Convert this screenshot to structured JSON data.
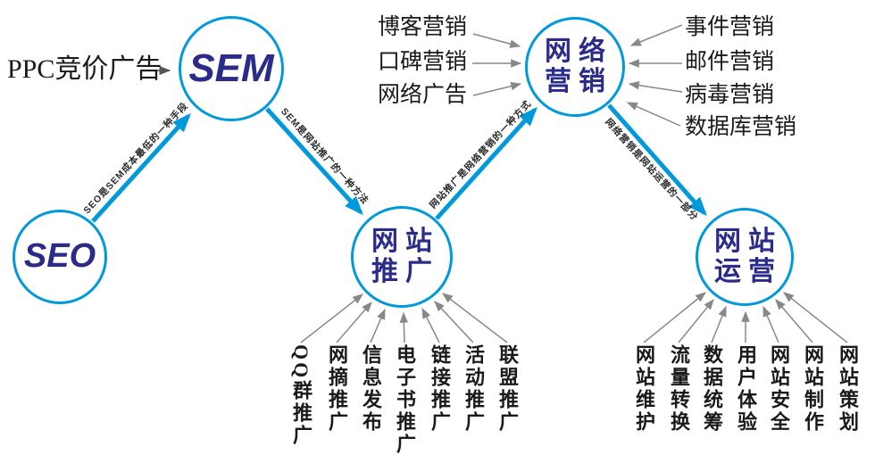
{
  "nodes": {
    "seo": {
      "label": "SEO"
    },
    "sem": {
      "label": "SEM"
    },
    "promotion": {
      "line1": "网站",
      "line2": "推广"
    },
    "marketing": {
      "line1": "网络",
      "line2": "营销"
    },
    "operation": {
      "line1": "网站",
      "line2": "运营"
    }
  },
  "ppc": {
    "label": "PPC竞价广告"
  },
  "edge_labels": {
    "seo_to_sem": "SEO是SEM成本最低的一种手段",
    "sem_to_promotion": "SEM是网站推广的一种方法",
    "promotion_to_marketing": "网站推广是网络营销的一种方式",
    "marketing_to_operation": "网络营销是网站运营的一部分"
  },
  "marketing_inputs": {
    "left": [
      "博客营销",
      "口碑营销",
      "网络广告"
    ],
    "right": [
      "事件营销",
      "邮件营销",
      "病毒营销",
      "数据库营销"
    ]
  },
  "promotion_methods": [
    "QQ群推广",
    "网摘推广",
    "信息发布",
    "电子书推广",
    "链接推广",
    "活动推广",
    "联盟推广"
  ],
  "operation_components": [
    "网站维护",
    "流量转换",
    "数据统筹",
    "用户体验",
    "网站安全",
    "网站制作",
    "网站策划"
  ],
  "colors": {
    "accent_blue": "#0099db",
    "node_text_navy": "#2b2b8a",
    "thin_arrow_gray": "#888888",
    "label_black": "#1a1a1a"
  }
}
